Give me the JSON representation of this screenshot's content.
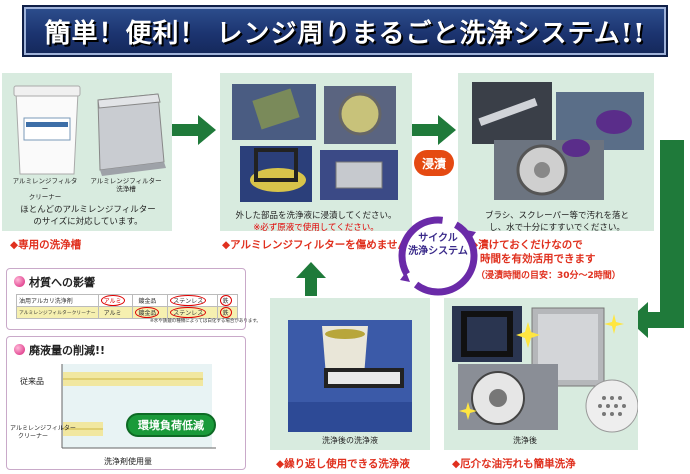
{
  "header": {
    "title": "簡単！便利！ レンジ周りまるごと洗浄システム!!"
  },
  "panel1": {
    "product1_label_line1": "アルミレンジフィルター",
    "product1_label_line2": "クリーナー",
    "product2_label_line1": "アルミレンジフィルター",
    "product2_label_line2": "洗浄槽",
    "desc_line1": "ほとんどのアルミレンジフィルター",
    "desc_line2": "のサイズに対応しています。",
    "caption": "◆専用の洗浄槽"
  },
  "panel2": {
    "desc_line1": "外した部品を洗浄液に浸漬してください。",
    "desc_line2": "※必ず原液で使用してください。",
    "caption": "◆アルミレンジフィルターを傷めません"
  },
  "badge": {
    "label": "浸漬"
  },
  "panel3": {
    "desc_line1": "ブラシ、スクレーパー等で汚れを落と",
    "desc_line2": "し、水で十分にすすいでください。",
    "caption_line1": "◆漬けておくだけなので",
    "caption_line2": "時間を有効活用できます",
    "caption_line3": "（浸漬時間の目安：30分～2時間）"
  },
  "cycle": {
    "line1": "サイクル",
    "line2": "洗浄システム"
  },
  "materials": {
    "title": "材質への影響",
    "rows": [
      {
        "name": "油用アルカリ洗浄剤",
        "c1": "アルミ",
        "c2": "鍍金品",
        "c3": "ステンレス",
        "c4": "鉄"
      },
      {
        "name": "アルミレンジフィルタークリーナー",
        "c1": "アルミ",
        "c2": "鍍金品",
        "c3": "ステンレス",
        "c4": "鉄"
      }
    ],
    "note": "※水や鉄鍍の種類によっては白化する場合があります。"
  },
  "waste": {
    "title": "廃液量の削減!!",
    "label_conventional": "従来品",
    "label_product_line1": "アルミレンジフィルター",
    "label_product_line2": "クリーナー",
    "eco_label": "環境負荷低減",
    "x_axis_label": "洗浄剤使用量"
  },
  "panel4": {
    "photo_label": "洗浄後の洗浄液",
    "caption": "◆繰り返し使用できる洗浄液"
  },
  "panel5": {
    "photo_label": "洗浄後",
    "caption": "◆厄介な油汚れも簡単洗浄"
  },
  "colors": {
    "header_bg": "#1c3470",
    "panel_bg": "#d8ebdf",
    "arrow_green": "#1f7a3a",
    "caption_red": "#e0301e",
    "badge_orange": "#e54a12",
    "cycle_purple": "#5a2a9a",
    "eco_green": "#1a9a3a"
  }
}
